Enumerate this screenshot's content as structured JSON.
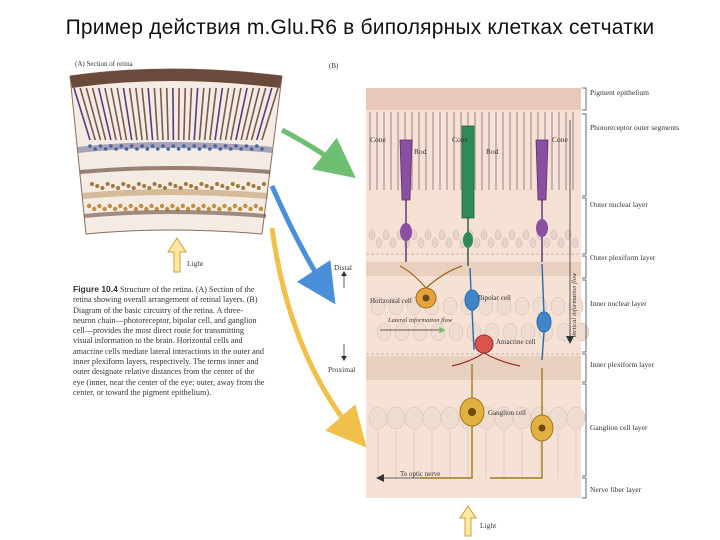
{
  "slide": {
    "title": "Пример действия m.Glu.R6 в биполярных клетках сетчатки"
  },
  "figure": {
    "panel_a_label": "(A) Section of retina",
    "panel_b_label": "(B)",
    "light_left": "Light",
    "light_bottom": "Light",
    "cell_labels": {
      "cone_1": "Cone",
      "rod_1": "Rod",
      "cone_2": "Cone",
      "rod_2": "Rod",
      "cone_3": "Cone",
      "horizontal": "Horizontal cell",
      "bipolar": "Bipolar cell",
      "amacrine": "Amacrine cell",
      "ganglion": "Ganglion cell",
      "lateral_flow": "Lateral information flow",
      "vertical_flow": "Vertical information flow",
      "optic_nerve": "To optic nerve",
      "distal": "Distal",
      "proximal": "Proximal"
    },
    "layers": [
      "Pigment epithelium",
      "Photoreceptor outer segments",
      "Outer nuclear layer",
      "Outer plexiform layer",
      "Inner nuclear layer",
      "Inner plexiform layer",
      "Ganglion cell layer",
      "Nerve fiber layer"
    ],
    "caption": {
      "label": "Figure 10.4",
      "text": "Structure of the retina. (A) Section of the retina showing overall arrangement of retinal layers. (B) Diagram of the basic circuitry of the retina. A three-neuron chain—photoreceptor, bipolar cell, and ganglion cell—provides the most direct route for transmitting visual information to the brain. Horizontal cells and amacrine cells mediate lateral interactions in the outer and inner plexiform layers, respectively. The terms inner and outer designate relative distances from the center of the eye (inner, near the center of the eye; outer, away from the center, or toward the pigment epithelium)."
    },
    "colors": {
      "arrow_green": "#6fbf73",
      "arrow_blue": "#4a90d9",
      "arrow_yellow": "#f0c04a",
      "rod_green": "#2e8b57",
      "cone_purple": "#8a4fa0",
      "bipolar_blue": "#3f86c8",
      "amacrine_red": "#d9534f",
      "ganglion_yellow": "#e0b040",
      "horizontal_orange": "#e8a23a",
      "retina_bg": "#f6e2d4"
    }
  }
}
